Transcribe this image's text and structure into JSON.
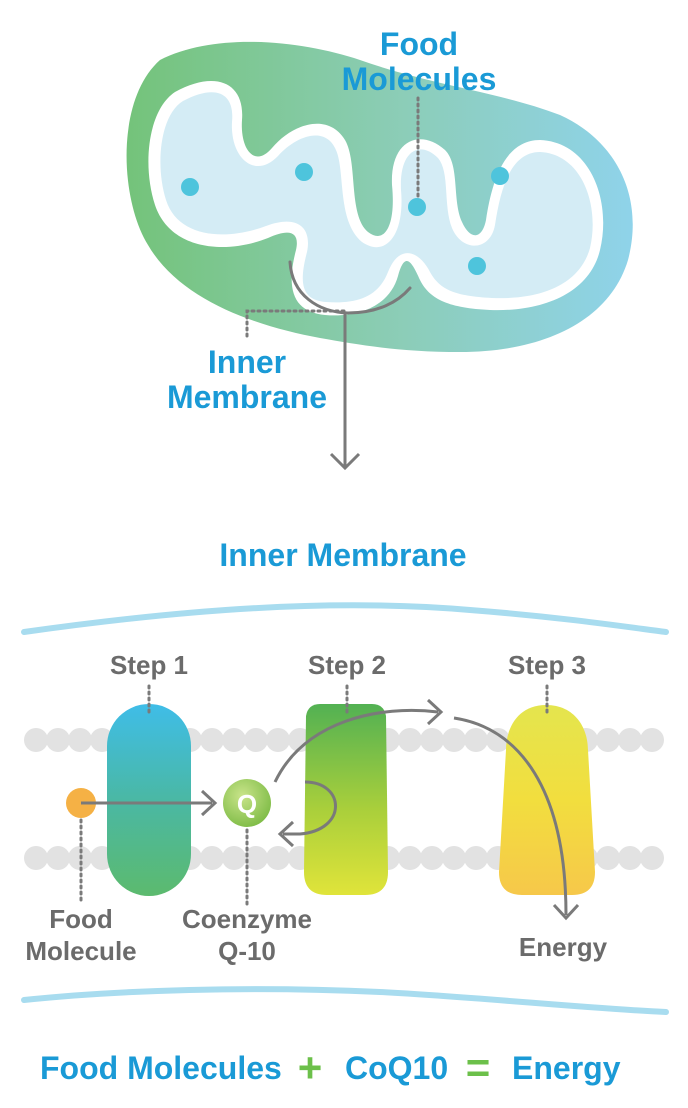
{
  "mitochondrion": {
    "food_label_line1": "Food",
    "food_label_line2": "Molecules",
    "membrane_label_line1": "Inner",
    "membrane_label_line2": "Membrane"
  },
  "membrane_section": {
    "title": "Inner Membrane",
    "step1": "Step 1",
    "step2": "Step 2",
    "step3": "Step 3",
    "coq_symbol": "Q",
    "food_molecule_line1": "Food",
    "food_molecule_line2": "Molecule",
    "coenzyme_line1": "Coenzyme",
    "coenzyme_line2": "Q-10",
    "energy": "Energy"
  },
  "equation": {
    "term1": "Food Molecules",
    "plus": "+",
    "term2": "CoQ10",
    "equals": "=",
    "result": "Energy"
  },
  "colors": {
    "blue_text": "#1a9ad6",
    "gray_text": "#6b6b6b",
    "green_operator": "#6cc04a",
    "light_blue": "#a8dcef"
  }
}
